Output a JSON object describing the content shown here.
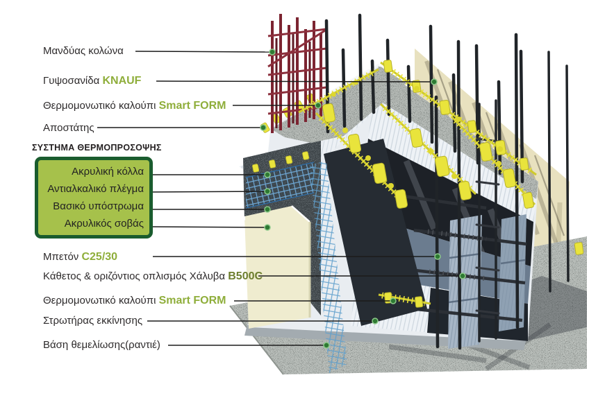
{
  "colors": {
    "accent_green": "#8fae3b",
    "accent_dark_green": "#6d7e2e",
    "box_border_green": "#1a5c2e",
    "box_fill_green": "#a6c14b",
    "leader_dot_green": "#2e7a33",
    "label_text": "#2d2a2b",
    "rebar_red": "#7c2431",
    "spacer_yellow": "#e9e43c",
    "mesh_blue": "#5f9fcc",
    "plaster_cream": "#efeccf",
    "gypsum_beige": "#e8e1bf"
  },
  "annotations": [
    {
      "id": "column-mantle",
      "prefix": "Μανδύας κολώνα",
      "accent": ""
    },
    {
      "id": "gypsum-board",
      "prefix": "Γυψοσανίδα ",
      "accent": "KNAUF"
    },
    {
      "id": "insulating-form-top",
      "prefix": "Θερμομονωτικό καλούπι ",
      "accent": "Smart FORM"
    },
    {
      "id": "spacer",
      "prefix": "Αποστάτης",
      "accent": ""
    },
    {
      "id": "concrete",
      "prefix": "Μπετόν ",
      "accent": "C25/30"
    },
    {
      "id": "steel-rebar",
      "prefix": "Κάθετος & οριζόντιος οπλισμός Χάλυβα ",
      "accent": "B500C"
    },
    {
      "id": "insulating-form-bottom",
      "prefix": "Θερμομονωτικό καλούπι ",
      "accent": "Smart FORM"
    },
    {
      "id": "starter-rail",
      "prefix": "Στρωτήρας εκκίνησης",
      "accent": ""
    },
    {
      "id": "foundation-base",
      "prefix": "Βάση θεμελίωσης(ραντιέ)",
      "accent": ""
    }
  ],
  "system_box": {
    "title": "ΣΥΣΤΗΜΑ ΘΕΡΜΟΠΡΟΣΟΨΗΣ",
    "items": [
      "Ακρυλική κόλλα",
      "Αντιαλκαλικό πλέγμα",
      "Βασικό υπόστρωμα",
      "Ακρυλικός σοβάς"
    ]
  }
}
